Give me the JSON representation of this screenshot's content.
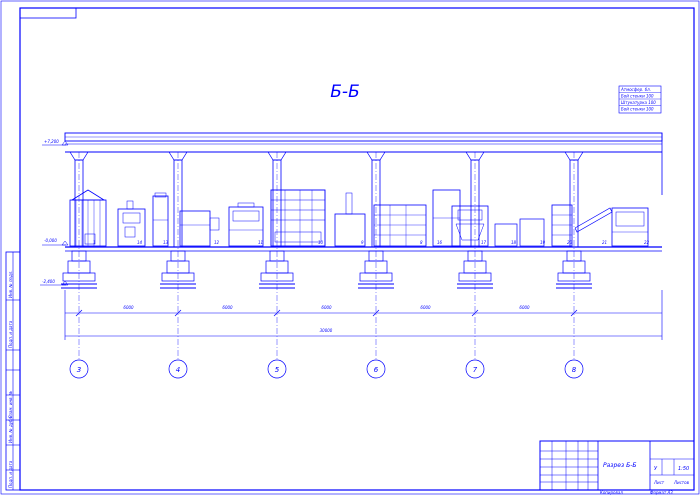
{
  "drawing": {
    "section_title": "Б-Б",
    "line_color": "#0000ff",
    "paper_color": "#ffffff",
    "levels": [
      "+7,200",
      "-0,000",
      "-2,400"
    ],
    "axis_numbers": [
      "3",
      "4",
      "5",
      "6",
      "7",
      "8"
    ],
    "spans": [
      "6000",
      "6000",
      "6000",
      "6000",
      "6000"
    ],
    "total_span": "30000",
    "legend_notes": [
      "Атмосфер. бл.",
      "Бой стенки 100",
      "Штукатурка 100",
      "Бой стенки 100"
    ],
    "equipment_marks": [
      "1",
      "14",
      "13",
      "12",
      "11",
      "10",
      "9",
      "8",
      "16",
      "17",
      "18",
      "19",
      "20",
      "21",
      "22"
    ],
    "title_block": {
      "drawing_name": "Разрез Б-Б",
      "sheet_label": "Лист",
      "sheets_label": "Листов",
      "scale_value": "1:50",
      "letter_value": "У",
      "footer_left": "Копировал",
      "footer_right": "Формат  А3"
    },
    "stamp_left": [
      "Инв. № подл.",
      "Подп. и дата",
      "Взам. инв. №",
      "Инв. № дубл.",
      "Подп. и дата"
    ]
  }
}
